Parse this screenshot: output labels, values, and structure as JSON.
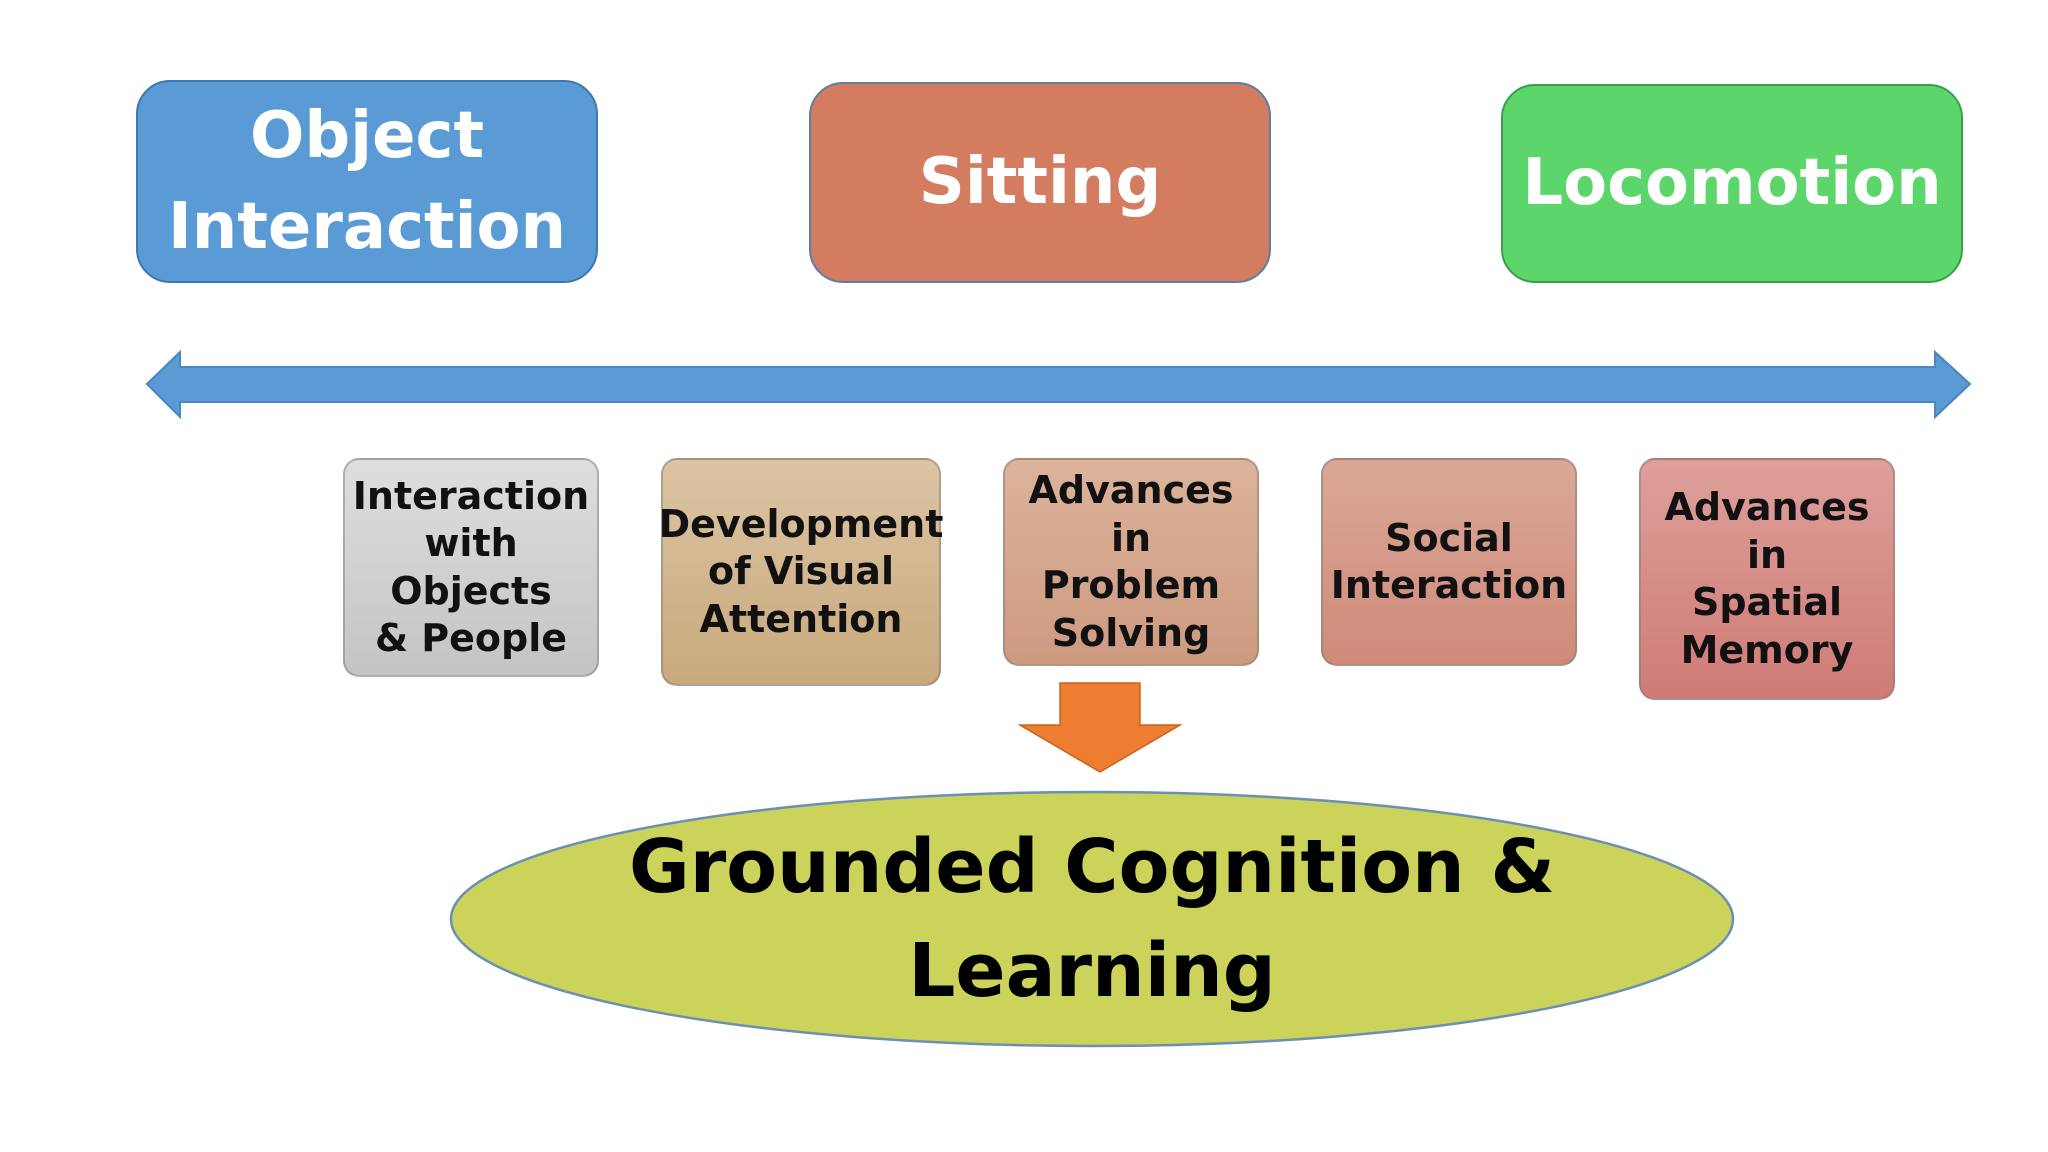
{
  "top_boxes": [
    {
      "label_line1": "Object",
      "label_line2": "Interaction",
      "color": "#5b9bd5"
    },
    {
      "label": "Sitting",
      "color": "#d37c5f"
    },
    {
      "label": "Locomotion",
      "color": "#5cd66a"
    }
  ],
  "arrow": {
    "color": "#5b9bd5"
  },
  "sub_boxes": [
    {
      "lines": [
        "Interaction",
        "with Objects",
        "& People"
      ]
    },
    {
      "lines": [
        "Development",
        "of Visual",
        "Attention"
      ]
    },
    {
      "lines": [
        "Advances in",
        "Problem",
        "Solving"
      ]
    },
    {
      "lines": [
        "Social",
        "Interaction"
      ]
    },
    {
      "lines": [
        "Advances in",
        "Spatial",
        "Memory"
      ]
    }
  ],
  "down_arrow": {
    "color": "#ed7d31"
  },
  "result": {
    "line1": "Grounded Cognition &",
    "line2": "Learning",
    "color": "#cbd35a"
  }
}
